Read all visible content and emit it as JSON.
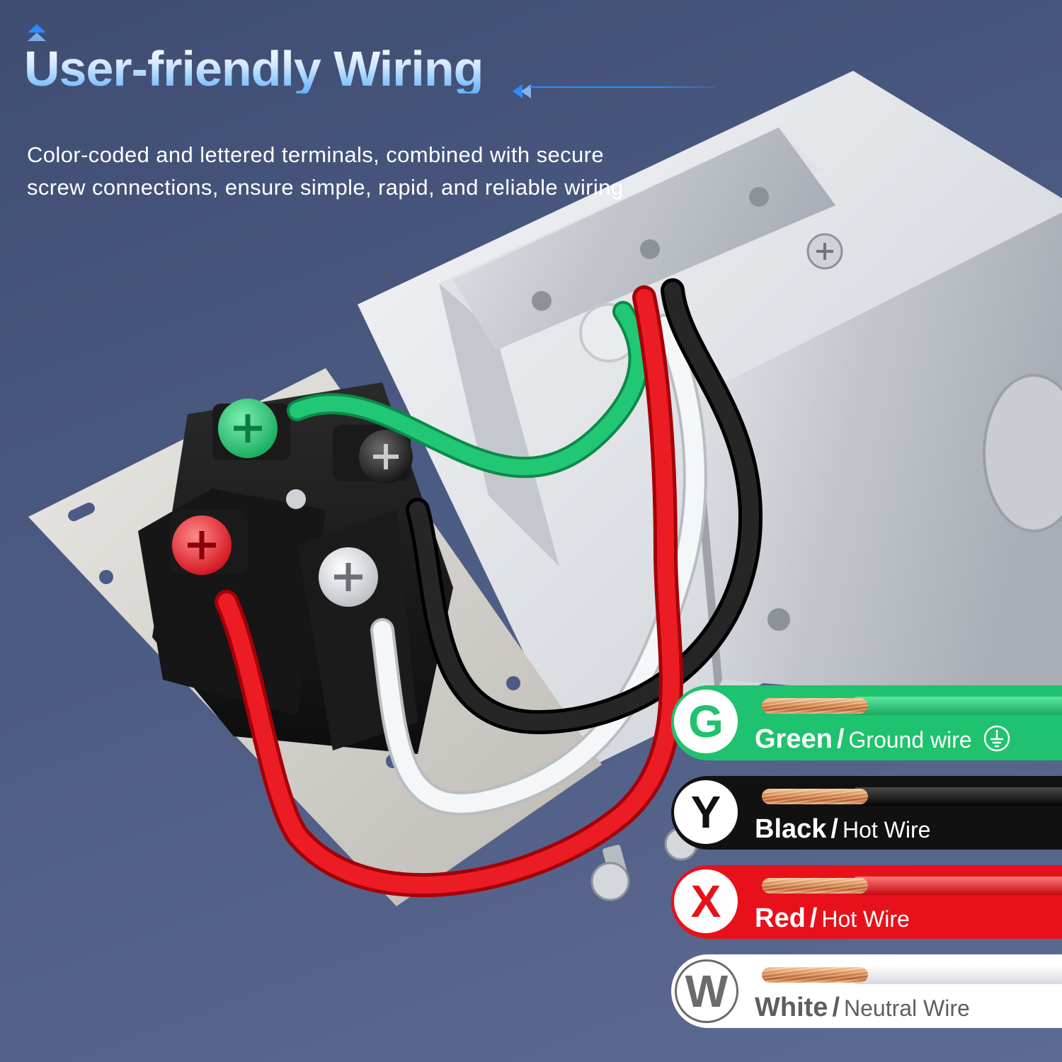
{
  "header": {
    "title": "User-friendly Wiring",
    "subtitle": "Color-coded and lettered terminals, combined with secure screw connections, ensure simple, rapid, and reliable wiring"
  },
  "colors": {
    "accent": "#2b8cff",
    "ground": "#1fc26e",
    "hot_black": "#111111",
    "hot_red": "#e8111b",
    "neutral": "#ffffff",
    "background": "#4c5b83"
  },
  "illustration": {
    "icons": [
      "outlet-box",
      "wall-plate",
      "terminal-block",
      "screw-icon",
      "green-wire",
      "red-wire",
      "black-wire",
      "white-wire"
    ],
    "terminal_labels": [
      "Red",
      "White",
      "Black"
    ]
  },
  "legend": [
    {
      "letter": "G",
      "color_name": "Green",
      "separator": "/",
      "description": "Ground wire",
      "icon": "ground-icon"
    },
    {
      "letter": "Y",
      "color_name": "Black",
      "separator": "/",
      "description": "Hot Wire"
    },
    {
      "letter": "X",
      "color_name": "Red",
      "separator": "/",
      "description": "Hot Wire"
    },
    {
      "letter": "W",
      "color_name": "White",
      "separator": "/",
      "description": "Neutral Wire"
    }
  ]
}
